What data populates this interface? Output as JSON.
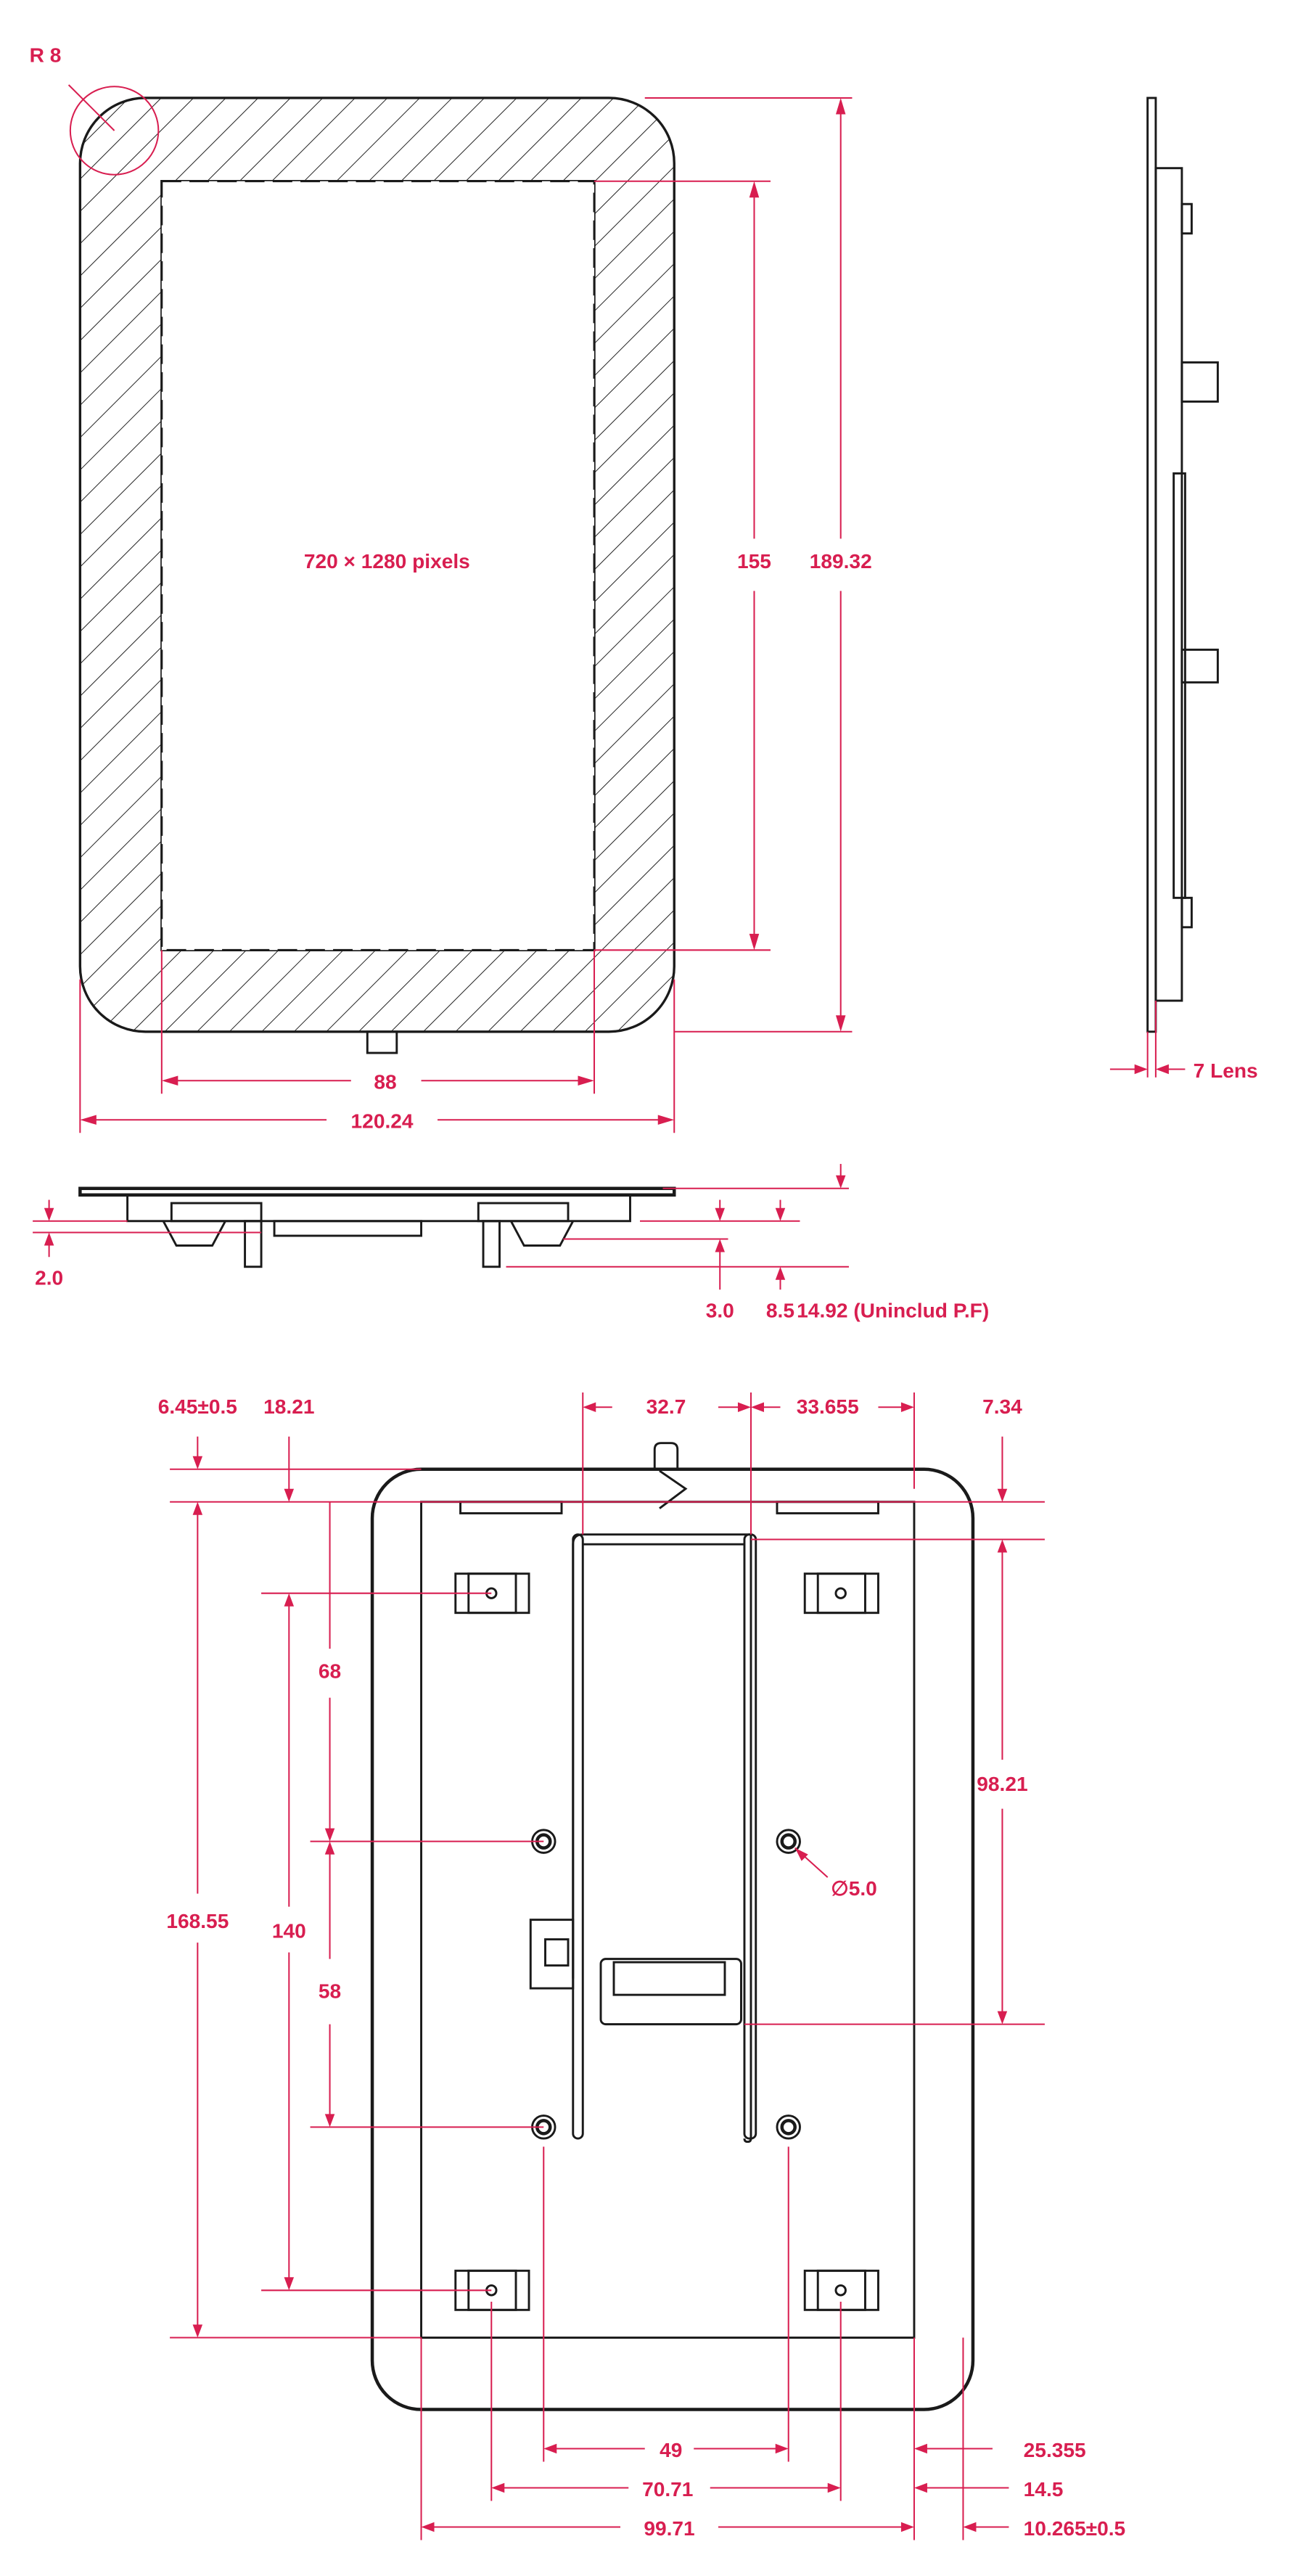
{
  "colors": {
    "dimension": "#d81e50",
    "outline": "#1a1a1a"
  },
  "front_view": {
    "corner_radius": "R 8",
    "active_area": "720 × 1280 pixels",
    "dim_active_height": "155",
    "dim_outer_height": "189.32",
    "dim_active_width": "88",
    "dim_outer_width": "120.24"
  },
  "side_view": {
    "dim_lens": "7 Lens"
  },
  "bottom_view": {
    "dim_a": "2.0",
    "dim_b": "3.0",
    "dim_c": "8.5",
    "dim_total": "14.92 (Uninclud P.F)"
  },
  "back_view": {
    "top_dims": [
      "6.45±0.5",
      "18.21",
      "32.7",
      "33.655",
      "7.34"
    ],
    "dim_68": "68",
    "dim_140": "140",
    "dim_58": "58",
    "dim_168": "168.55",
    "dim_98": "98.21",
    "dim_hole": "∅5.0",
    "bottom_dims": [
      "49",
      "70.71",
      "99.71"
    ],
    "right_dims": [
      "25.355",
      "14.5",
      "10.265±0.5"
    ]
  }
}
